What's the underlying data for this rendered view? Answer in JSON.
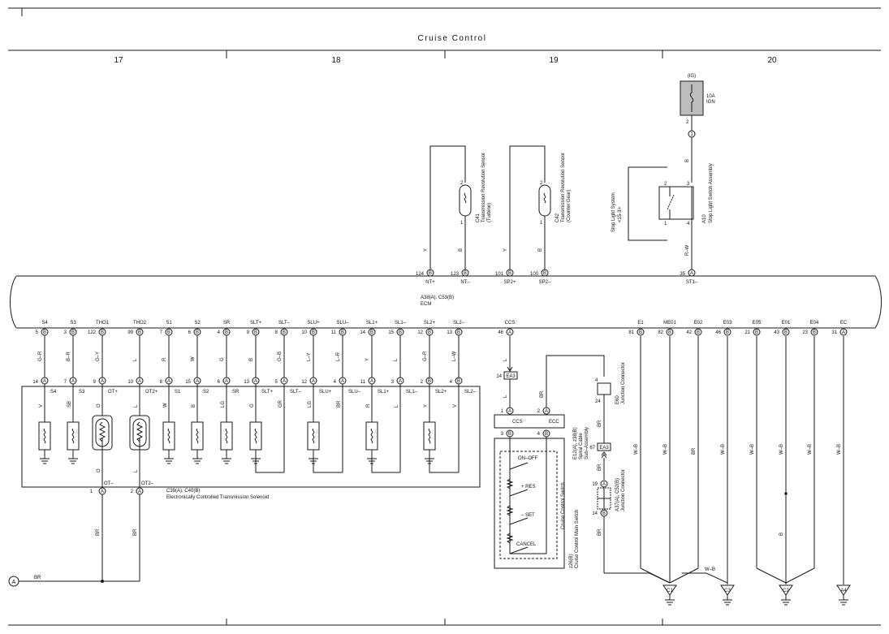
{
  "title": "Cruise Control",
  "grid": [
    "17",
    "18",
    "19",
    "20"
  ],
  "top": {
    "ig": "(IG)",
    "fuse": [
      "10A",
      "IGN"
    ],
    "fuse_pin": "2",
    "conn1": "1",
    "wire_b": "B",
    "wire_rw": "R–W",
    "stop_system": [
      "Stop Light System",
      "<15-3>"
    ],
    "stop_switch": [
      "A10",
      "Stop Light Switch Assembly"
    ],
    "stop_pins": [
      "2",
      "3",
      "1",
      "4"
    ],
    "sensor_c41": [
      "C41",
      "Transmission Revolution Sensor",
      "(Turbine)"
    ],
    "sensor_c42": [
      "C42",
      "Transmission Revolution Sensor",
      "(Counter Gear)"
    ],
    "sensor_pins": [
      "2",
      "1"
    ],
    "wire_y": "Y"
  },
  "ecm": {
    "label": [
      "A38(A), C53(B)",
      "ECM"
    ],
    "top_pins": [
      {
        "num": "124",
        "conn": "B",
        "name": "NT+"
      },
      {
        "num": "123",
        "conn": "B",
        "name": "NT–"
      },
      {
        "num": "101",
        "conn": "B",
        "name": "SP2+"
      },
      {
        "num": "100",
        "conn": "B",
        "name": "SP2–"
      },
      {
        "num": "35",
        "conn": "A",
        "name": "ST1–"
      }
    ],
    "bottom_pins": [
      {
        "name": "S4",
        "num": "5",
        "conn": "B",
        "wire": "G–R"
      },
      {
        "name": "S3",
        "num": "3",
        "conn": "B",
        "wire": "B–R"
      },
      {
        "name": "THO1",
        "num": "122",
        "conn": "B",
        "wire": "G–Y"
      },
      {
        "name": "THO2",
        "num": "99",
        "conn": "B",
        "wire": "L"
      },
      {
        "name": "S1",
        "num": "7",
        "conn": "B",
        "wire": "R"
      },
      {
        "name": "S2",
        "num": "6",
        "conn": "B",
        "wire": "W"
      },
      {
        "name": "SR",
        "num": "4",
        "conn": "B",
        "wire": "G"
      },
      {
        "name": "SLT+",
        "num": "9",
        "conn": "B",
        "wire": "B"
      },
      {
        "name": "SLT–",
        "num": "8",
        "conn": "B",
        "wire": "G–B"
      },
      {
        "name": "SLU+",
        "num": "10",
        "conn": "B",
        "wire": "L–Y"
      },
      {
        "name": "SLU–",
        "num": "11",
        "conn": "B",
        "wire": "L–R"
      },
      {
        "name": "SL1+",
        "num": "14",
        "conn": "B",
        "wire": "Y"
      },
      {
        "name": "SL1–",
        "num": "15",
        "conn": "B",
        "wire": "L"
      },
      {
        "name": "SL2+",
        "num": "12",
        "conn": "B",
        "wire": "G–R"
      },
      {
        "name": "SL2–",
        "num": "13",
        "conn": "B",
        "wire": "L–W"
      },
      {
        "name": "CCS",
        "num": "46",
        "conn": "A",
        "wire": "L"
      },
      {
        "name": "E1",
        "num": "81",
        "conn": "B",
        "wire": "W–B"
      },
      {
        "name": "ME01",
        "num": "82",
        "conn": "B",
        "wire": "W–B"
      },
      {
        "name": "E02",
        "num": "42",
        "conn": "B",
        "wire": "BR"
      },
      {
        "name": "E03",
        "num": "46",
        "conn": "B",
        "wire": "W–B"
      },
      {
        "name": "E05",
        "num": "21",
        "conn": "B",
        "wire": "W–B"
      },
      {
        "name": "E01",
        "num": "43",
        "conn": "B",
        "wire": "W–B"
      },
      {
        "name": "E04",
        "num": "23",
        "conn": "B",
        "wire": "W–B"
      },
      {
        "name": "EC",
        "num": "31",
        "conn": "A",
        "wire": "W–B"
      }
    ]
  },
  "solenoid": {
    "pins": [
      {
        "num": "14",
        "conn": "A",
        "name": "S4",
        "inner": "V"
      },
      {
        "num": "7",
        "conn": "A",
        "name": "S3",
        "inner": "SB"
      },
      {
        "num": "9",
        "conn": "A",
        "name": "OT+",
        "inner": "O"
      },
      {
        "num": "10",
        "conn": "A",
        "name": "OT2+",
        "inner": "L"
      },
      {
        "num": "8",
        "conn": "A",
        "name": "S1",
        "inner": "W"
      },
      {
        "num": "15",
        "conn": "A",
        "name": "S2",
        "inner": "B"
      },
      {
        "num": "6",
        "conn": "A",
        "name": "SR",
        "inner": "LG"
      },
      {
        "num": "13",
        "conn": "A",
        "name": "SLT+",
        "inner": "G"
      },
      {
        "num": "5",
        "conn": "A",
        "name": "SLT–",
        "inner": "GR"
      },
      {
        "num": "12",
        "conn": "A",
        "name": "SLU+",
        "inner": "LG"
      },
      {
        "num": "4",
        "conn": "A",
        "name": "SLU–",
        "inner": "BR"
      },
      {
        "num": "11",
        "conn": "A",
        "name": "SL1+",
        "inner": "R"
      },
      {
        "num": "3",
        "conn": "A",
        "name": "SL1–",
        "inner": "L"
      },
      {
        "num": "2",
        "conn": "B",
        "name": "SL2+",
        "inner": "Y"
      },
      {
        "num": "4",
        "conn": "B",
        "name": "SL2–",
        "inner": "V"
      }
    ],
    "bottom_inner": [
      "O",
      "L"
    ],
    "bottom_names": [
      "OT–",
      "OT2–"
    ],
    "bottom_pins": [
      {
        "num": "1",
        "conn": "A",
        "wire": "BR"
      },
      {
        "num": "2",
        "conn": "A",
        "wire": "BR"
      }
    ],
    "label": [
      "C39(A), C40(B)",
      "Electronically Controlled Transmission Solenoid"
    ]
  },
  "cruise": {
    "ea3_top": {
      "num": "14",
      "conn": "EA3"
    },
    "wire_l": "L",
    "wire_br": "BR",
    "spiral_pins": [
      {
        "num": "1",
        "conn": "A"
      },
      {
        "num": "2",
        "conn": "A"
      }
    ],
    "spiral_terms": [
      "CCS",
      "ECC"
    ],
    "spiral_label": [
      "E12(A), z38(B)",
      "Spiral Cable",
      "Sub–Assembly"
    ],
    "switch_pins": [
      {
        "num": "3",
        "conn": "B"
      },
      {
        "num": "4",
        "conn": "B"
      }
    ],
    "switches": [
      "ON–OFF",
      "+ RES",
      "– SET",
      "CANCEL"
    ],
    "switch_label": [
      "Cruise Control Switch"
    ],
    "main_switch_label": [
      "z26(B)",
      "Cruise Control Main Switch"
    ],
    "e60": {
      "pins": [
        "4",
        "24"
      ],
      "label": [
        "E60",
        "Junction Connector"
      ]
    },
    "ea3_mid": {
      "num": "67",
      "conn": "EA3"
    },
    "a37": {
      "pins": [
        {
          "num": "19",
          "conn": "A"
        },
        {
          "num": "14",
          "conn": "B"
        }
      ],
      "label": [
        "A37(A), C52(B)",
        "Junction Connector"
      ]
    }
  },
  "grounds": {
    "c1": "C1",
    "c3": "C3",
    "c2": "C2",
    "a4": "A4",
    "wb": "W–B",
    "b": "B",
    "br": "BR",
    "a_marker": "A",
    "a_wire": "BR"
  }
}
